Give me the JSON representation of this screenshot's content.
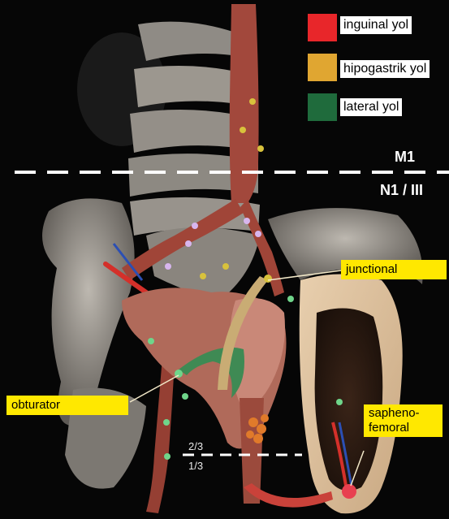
{
  "legend": {
    "items": [
      {
        "label": "inguinal yol",
        "color": "#e8262a"
      },
      {
        "label": "hipogastrik yol",
        "color": "#e0a631"
      },
      {
        "label": "lateral yol",
        "color": "#1f6b3c"
      }
    ]
  },
  "levels": {
    "upper": "M1",
    "lower": "N1 / III"
  },
  "callouts": {
    "junctional": "junctional",
    "obturator": "obturator",
    "sapheno_line1": "sapheno-",
    "sapheno_line2": "femoral"
  },
  "fractions": {
    "upper": "2/3",
    "lower": "1/3"
  },
  "colors": {
    "bone": "#9a968f",
    "vessel": "#a2483c",
    "callout_yellow": "#ffe800",
    "dashed_line": "#ffffff"
  }
}
